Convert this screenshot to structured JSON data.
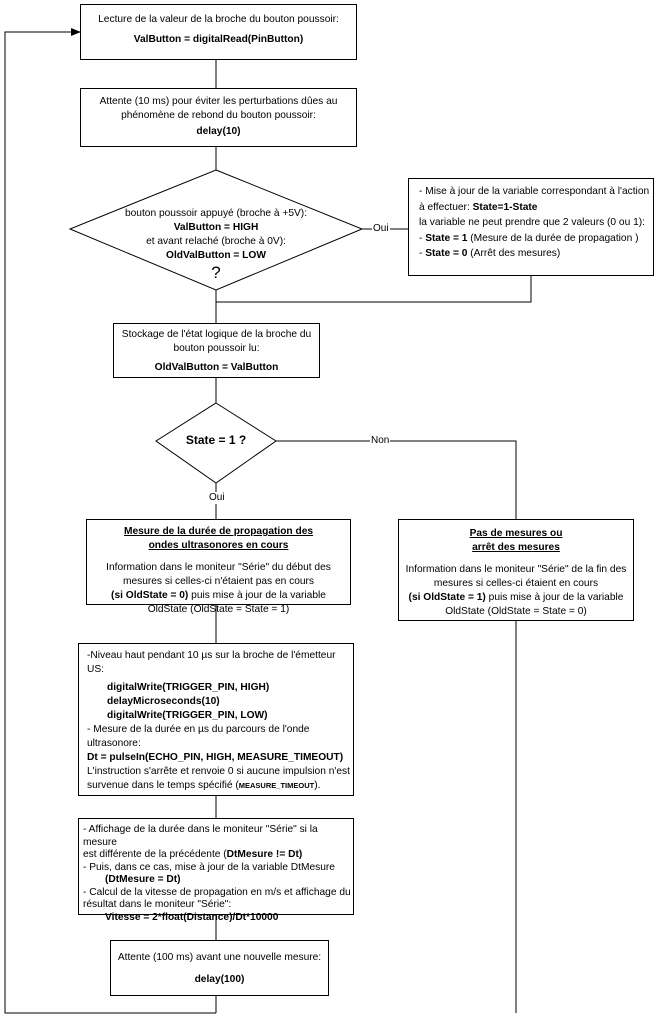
{
  "read_box": {
    "line1": "Lecture de la valeur de la broche du bouton poussoir:",
    "code": "ValButton = digitalRead(PinButton)"
  },
  "wait10_box": {
    "line1": "Attente (10 ms) pour éviter les perturbations dûes au",
    "line2": "phénomène de rebond du bouton poussoir:",
    "code": "delay(10)"
  },
  "button_decision": {
    "line1": "bouton poussoir appuyé (broche à +5V):",
    "line2": "ValButton = HIGH",
    "line3": "et avant relaché (broche à 0V):",
    "line4": "OldValButton = LOW",
    "question": "?",
    "yes_label": "Oui"
  },
  "state_update_box": {
    "line1": "- Mise à jour de la variable correspondant à l'action",
    "line2_prefix": "à effectuer: ",
    "line2_bold": "State=1-State",
    "line3": "la variable ne peut prendre que 2 valeurs (0 ou 1):",
    "item1_prefix": "- ",
    "item1_bold": "State = 1",
    "item1_rest": " (Mesure de la durée de propagation )",
    "item2_prefix": "- ",
    "item2_bold": "State = 0",
    "item2_rest": " (Arrêt des mesures)"
  },
  "store_box": {
    "line1": "Stockage de l'état logique de la broche du",
    "line2": "bouton poussoir lu:",
    "code": "OldValButton = ValButton"
  },
  "state_decision": {
    "text": "State = 1 ?",
    "no_label": "Non",
    "yes_label": "Oui"
  },
  "measure_box": {
    "title1": "Mesure de la durée de propagation des",
    "title2": "ondes ultrasonores en cours",
    "p1": "Information dans le moniteur \"Série\" du début des",
    "p2": "mesures si celles-ci n'étaient pas en cours",
    "p3_bold": "(si OldState = 0)",
    "p3_rest": "  puis mise à jour de la variable",
    "p4": "OldState (OldState = State = 1)"
  },
  "no_measure_box": {
    "title1": "Pas de mesures ou",
    "title2": "arrêt des mesures",
    "p1": "Information dans le moniteur \"Série\" de la fin des",
    "p2": "mesures si celles-ci étaient en cours",
    "p3_bold": "(si OldState = 1)",
    "p3_rest": "   puis mise à jour de la variable",
    "p4": "OldState (OldState = State = 0)"
  },
  "trigger_box": {
    "l1": "-Niveau haut pendant 10 µs sur la broche de l'émetteur",
    "l2": "US:",
    "c1": "digitalWrite(TRIGGER_PIN, HIGH)",
    "c2": "delayMicroseconds(10)",
    "c3": "digitalWrite(TRIGGER_PIN, LOW)",
    "l3": "- Mesure de la durée en µs du parcours de l'onde",
    "l4": "ultrasonore:",
    "c4": "Dt = pulseIn(ECHO_PIN, HIGH, MEASURE_TIMEOUT)",
    "l5": "L'instruction s'arrête et renvoie 0 si aucune impulsion n'est",
    "l6_prefix": "survenue dans le temps spécifié (",
    "l6_small": "MEASURE_TIMEOUT",
    "l6_suffix": ")."
  },
  "display_box": {
    "l1": "- Affichage de la durée dans le moniteur \"Série\" si la mesure",
    "l2_prefix": "est différente de la précédente  (",
    "l2_bold": "DtMesure != Dt)",
    "l3": "- Puis, dans ce cas, mise à jour de la variable DtMesure",
    "l4": "(DtMesure = Dt)",
    "l5": "- Calcul de la vitesse de propagation en m/s et affichage du",
    "l6": "résultat dans le moniteur \"Série\":",
    "l7": "Vitesse = 2*float(Distance)/Dt*10000"
  },
  "wait100_box": {
    "line1": "Attente (100 ms) avant une nouvelle mesure:",
    "code": "delay(100)"
  }
}
